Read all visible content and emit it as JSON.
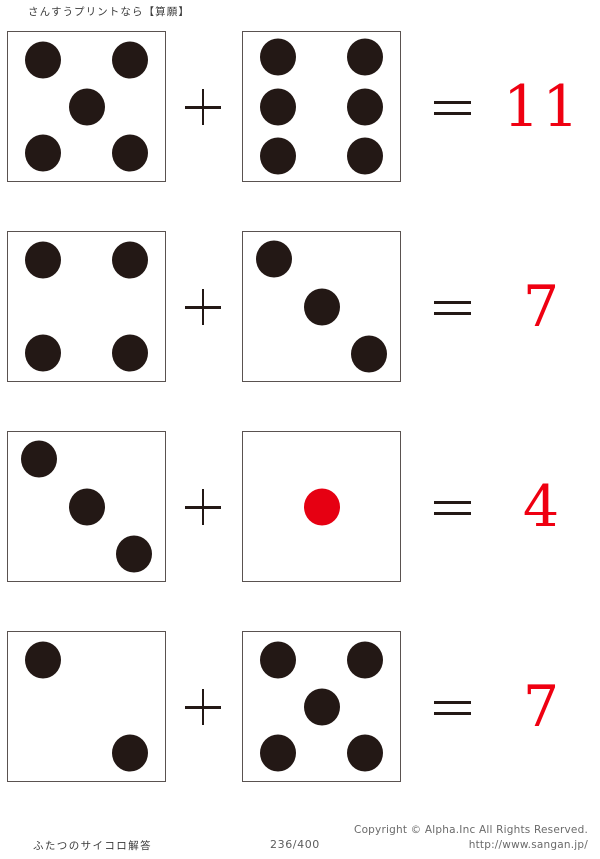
{
  "header": {
    "title": "さんすうプリントなら【算願】"
  },
  "colors": {
    "pip_black": "#231815",
    "pip_red": "#e60012",
    "answer_red": "#ef0011",
    "die_border": "#5a5250"
  },
  "operators": {
    "plus": "+",
    "equals": "="
  },
  "problems": [
    {
      "left_die": {
        "value": 5,
        "pip_color": "black"
      },
      "right_die": {
        "value": 6,
        "pip_color": "black"
      },
      "plus": "+",
      "equals": "=",
      "answer": "11"
    },
    {
      "left_die": {
        "value": 4,
        "pip_color": "black"
      },
      "right_die": {
        "value": 3,
        "pip_color": "black"
      },
      "plus": "+",
      "equals": "=",
      "answer": "7"
    },
    {
      "left_die": {
        "value": 3,
        "pip_color": "black"
      },
      "right_die": {
        "value": 1,
        "pip_color": "red"
      },
      "plus": "+",
      "equals": "=",
      "answer": "4"
    },
    {
      "left_die": {
        "value": 2,
        "pip_color": "black"
      },
      "right_die": {
        "value": 5,
        "pip_color": "black"
      },
      "plus": "+",
      "equals": "=",
      "answer": "7"
    }
  ],
  "pip_layouts": {
    "1": [
      [
        50,
        50
      ]
    ],
    "2": [
      [
        22,
        19
      ],
      [
        78,
        81
      ]
    ],
    "3": [
      [
        20,
        18
      ],
      [
        50,
        50
      ],
      [
        80,
        82
      ]
    ],
    "4": [
      [
        22,
        19
      ],
      [
        78,
        19
      ],
      [
        22,
        81
      ],
      [
        78,
        81
      ]
    ],
    "5": [
      [
        22,
        19
      ],
      [
        78,
        19
      ],
      [
        50,
        50
      ],
      [
        22,
        81
      ],
      [
        78,
        81
      ]
    ],
    "6": [
      [
        22,
        17
      ],
      [
        78,
        17
      ],
      [
        22,
        50
      ],
      [
        78,
        50
      ],
      [
        22,
        83
      ],
      [
        78,
        83
      ]
    ]
  },
  "footer": {
    "title": "ふたつのサイコロ解答",
    "page": "236/400",
    "copyright": "Copyright ©  Alpha.Inc All Rights Reserved.",
    "url": "http://www.sangan.jp/"
  }
}
